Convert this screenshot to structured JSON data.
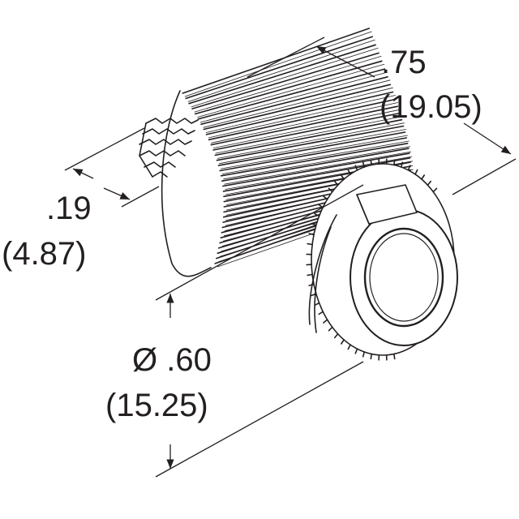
{
  "dimensions": {
    "length": {
      "inch": ".75",
      "mm": "(19.05)"
    },
    "depth": {
      "inch": ".19",
      "mm": "(4.87)"
    },
    "diameter": {
      "inch": "Ø .60",
      "mm": "(15.25)"
    }
  },
  "colors": {
    "line": "#231f20",
    "background": "#ffffff"
  }
}
